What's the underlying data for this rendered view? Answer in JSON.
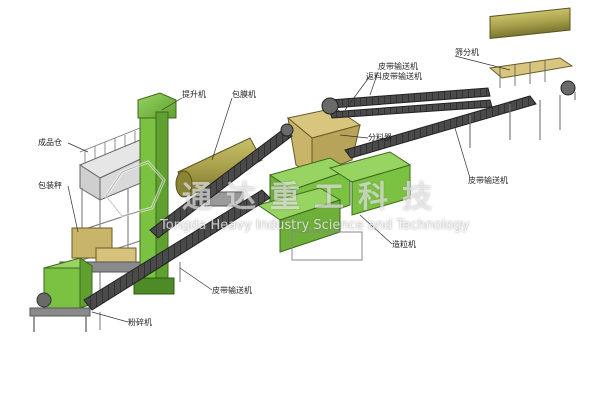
{
  "labels": {
    "product_bin": "成品仓",
    "packing_scale": "包装秤",
    "bucket_elevator": "提升机",
    "coating_machine": "包膜机",
    "belt_conveyor_top": "皮带输送机",
    "return_belt_conveyor": "返料皮带输送机",
    "screening_machine": "筛分机",
    "distributor": "分料器",
    "belt_conveyor_right": "皮带输送机",
    "granulator": "造粒机",
    "belt_conveyor_bottom": "皮带输送机",
    "crusher": "粉碎机"
  },
  "watermark": {
    "chinese": "通达重工科技",
    "english": "Tongda Heavy Industry Science and Technology"
  },
  "colors": {
    "machine_green": "#7cc242",
    "machine_dark_green": "#4e8a26",
    "drum_olive": "#a8a04a",
    "hopper_tan": "#c9b56a",
    "belt_dark": "#3a3a3a",
    "frame_gray": "#8a8a8a",
    "leader_line": "#333333"
  }
}
